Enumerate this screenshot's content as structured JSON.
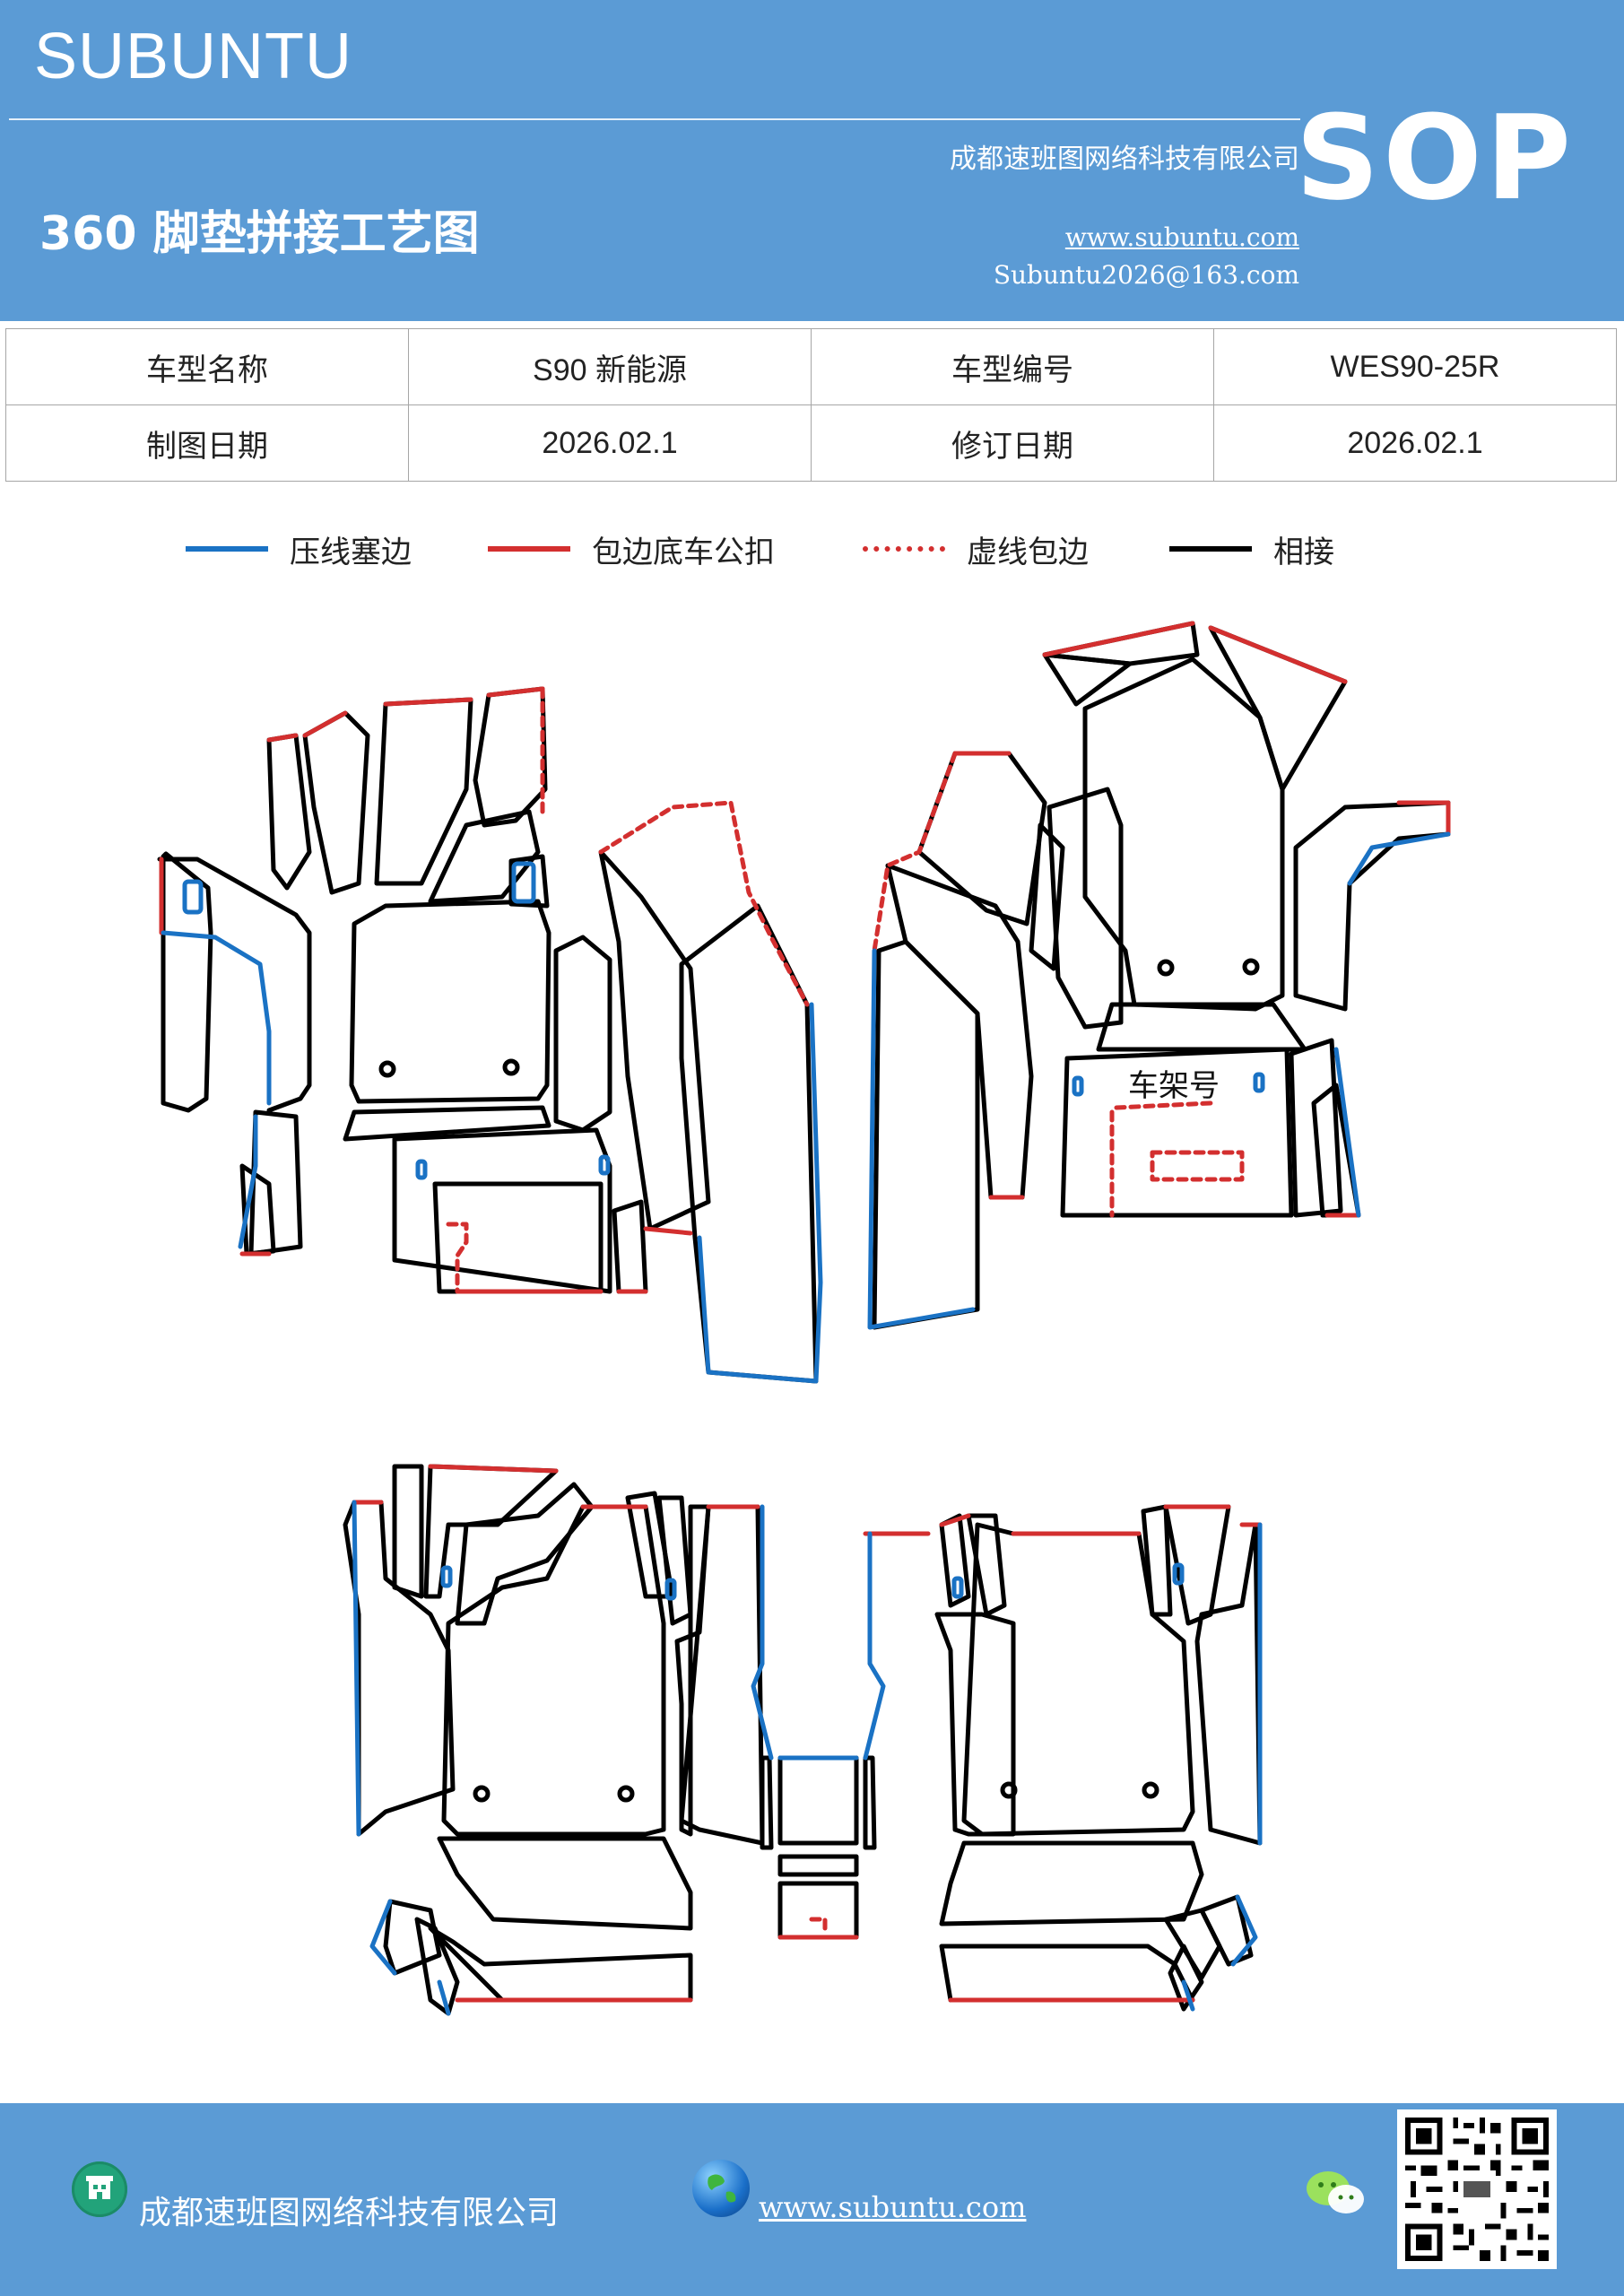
{
  "header": {
    "brand": "SUBUNTU",
    "company": "成都速班图网络科技有限公司",
    "title": "360 脚垫拼接工艺图",
    "website": "www.subuntu.com",
    "email": "Subuntu2026@163.com",
    "badge": "SOP"
  },
  "info_table": {
    "rows": [
      {
        "label1": "车型名称",
        "value1": "S90 新能源",
        "label2": "车型编号",
        "value2": "WES90-25R"
      },
      {
        "label1": "制图日期",
        "value1": "2026.02.1",
        "label2": "修订日期",
        "value2": "2026.02.1"
      }
    ]
  },
  "legend": [
    {
      "label": "压线塞边",
      "color": "#1a72c4",
      "style": "solid"
    },
    {
      "label": "包边底车公扣",
      "color": "#d32f2f",
      "style": "solid"
    },
    {
      "label": "虚线包边",
      "color": "#d32f2f",
      "style": "dashed"
    },
    {
      "label": "相接",
      "color": "#000000",
      "style": "solid"
    }
  ],
  "drawing": {
    "frame_label": "车架号"
  },
  "footer": {
    "company": "成都速班图网络科技有限公司",
    "website": "www.subuntu.com",
    "icons": [
      "building-icon",
      "globe-icon",
      "wechat-icon",
      "qr-code"
    ]
  },
  "colors": {
    "header_bg": "#5b9bd5",
    "blue_line": "#1a72c4",
    "red_line": "#d32f2f",
    "black_line": "#000000"
  }
}
